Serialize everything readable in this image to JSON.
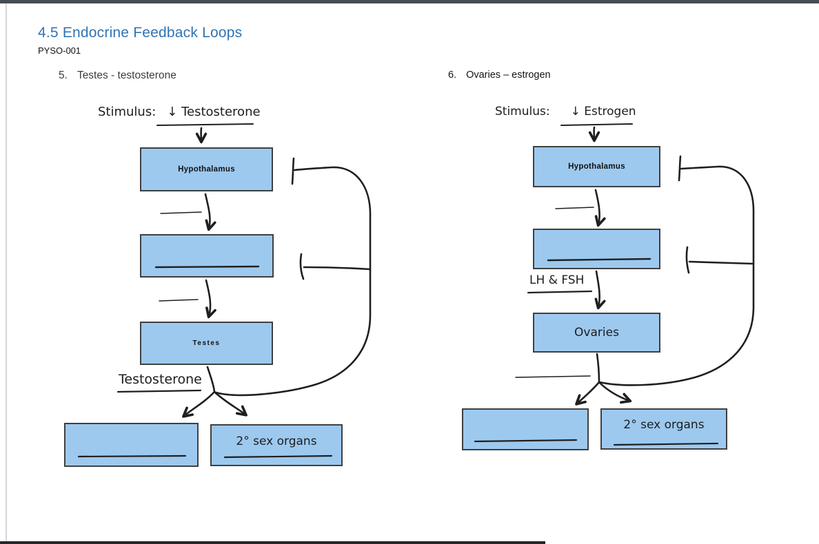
{
  "header": {
    "title": "4.5 Endocrine Feedback Loops",
    "subtitle": "PYSO-001"
  },
  "list": [
    {
      "number": "5.",
      "text": "Testes - testosterone"
    },
    {
      "number": "6.",
      "text": "Ovaries – estrogen"
    }
  ],
  "diagrams": [
    {
      "id": "testes-feedback-loop",
      "stimulus_prefix": "Stimulus:",
      "stimulus_value": "↓ Testosterone",
      "top_box": "Hypothalamus",
      "middle_box": "",
      "gland_box": "Testes",
      "hormone_label": "Testosterone",
      "bottom_left_box": "",
      "bottom_right_box": "2° sex organs"
    },
    {
      "id": "ovaries-feedback-loop",
      "stimulus_prefix": "Stimulus:",
      "stimulus_value": "↓ Estrogen",
      "top_box": "Hypothalamus",
      "middle_box": "",
      "gland_box": "Ovaries",
      "hormone_label": "LH & FSH",
      "bottom_left_box": "",
      "bottom_right_box": "2° sex organs"
    }
  ],
  "colors": {
    "box_fill": "#9dc9ef",
    "box_border": "#3f3f3f",
    "title_blue": "#2e74b5",
    "ink": "#1f1f1f",
    "top_bar": "#454c54"
  }
}
